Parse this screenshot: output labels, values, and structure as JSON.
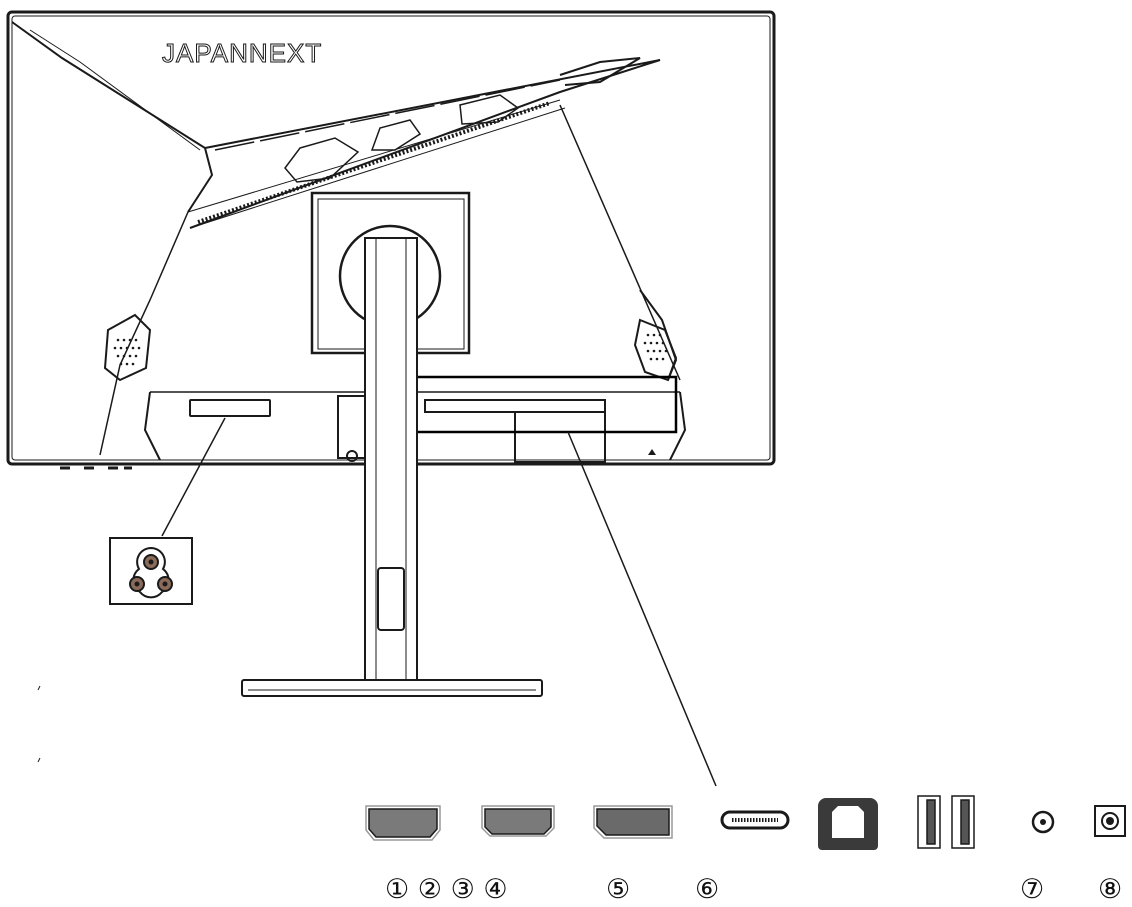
{
  "brand": {
    "logo_text": "JAPANNEXT"
  },
  "port_labels": {
    "group_1_4": "① ② ③ ④",
    "label_5": "⑤",
    "label_6": "⑥",
    "label_7": "⑦",
    "label_8": "⑧"
  },
  "icons": {
    "power": "ac-power-inlet-icon",
    "hdmi": "hdmi-port-icon",
    "displayport": "displayport-icon",
    "usb_c": "usb-c-port-icon",
    "usb_b": "usb-b-port-icon",
    "usb_a": "usb-a-port-icon",
    "audio": "audio-out-jack-icon",
    "dc": "dc-power-jack-icon"
  },
  "colors": {
    "line": "#1a1a1a",
    "port_fill": "#777777",
    "usb_b_fill": "#3a3a3a",
    "background": "#ffffff"
  }
}
